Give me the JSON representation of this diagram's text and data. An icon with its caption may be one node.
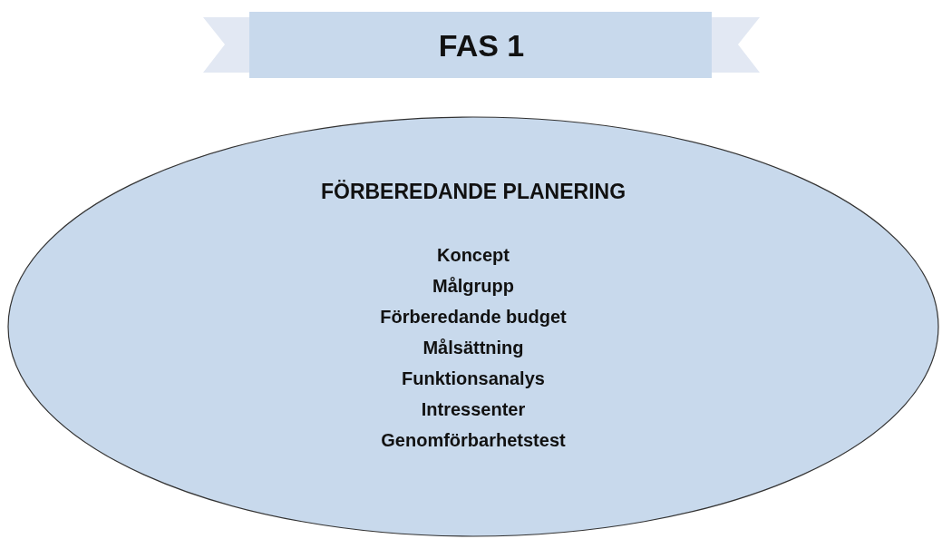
{
  "diagram": {
    "nodes": [
      {
        "text": [
          "FAS 1"
        ]
      },
      {
        "text": [
          "FÖRBEREDANDE PLANERING",
          "Koncept",
          "Målgrupp",
          "Förberedande budget",
          "Målsättning",
          "Funktionsanalys",
          "Intressenter",
          "Genomförbarhetstest"
        ]
      }
    ]
  }
}
